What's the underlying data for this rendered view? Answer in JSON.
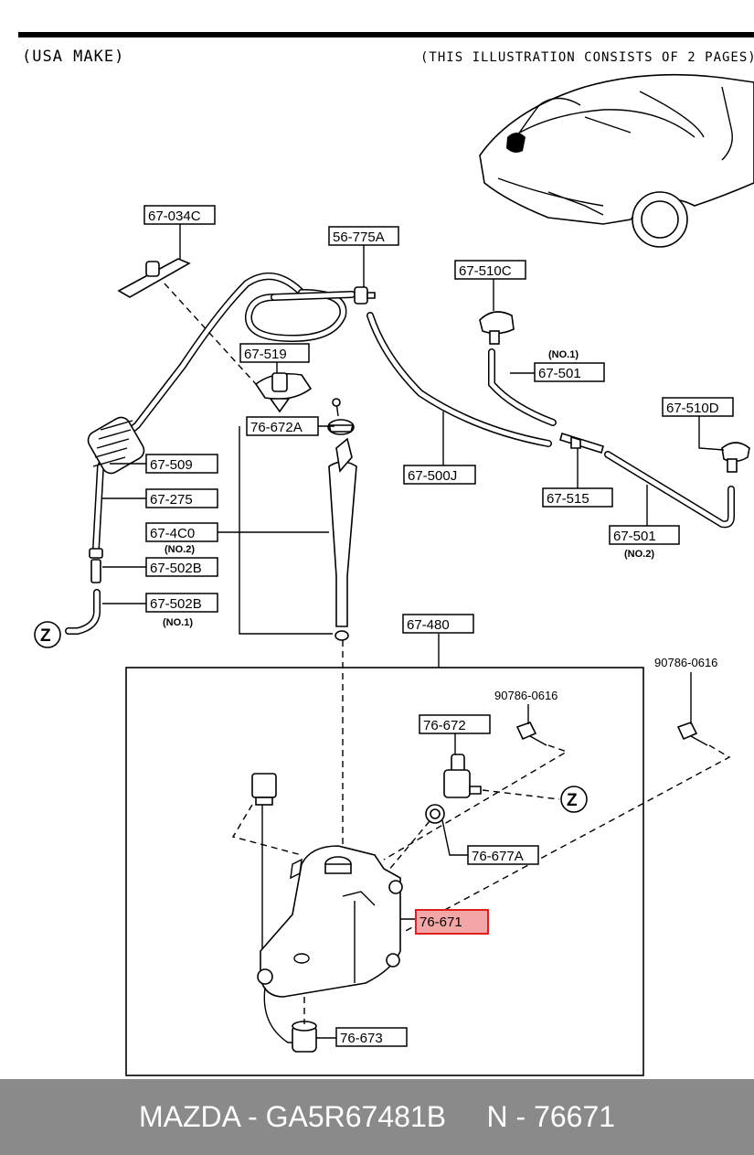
{
  "header": {
    "make": "(USA  MAKE)",
    "note": "(THIS ILLUSTRATION CONSISTS OF  2 PAGES)"
  },
  "parts": {
    "p67_034C": "67-034C",
    "p56_775A": "56-775A",
    "p67_510C": "67-510C",
    "p67_519": "67-519",
    "p76_672A": "76-672A",
    "p67_501_no1": "67-501",
    "no1_top": "(NO.1)",
    "p67_510D": "67-510D",
    "p67_509": "67-509",
    "p67_500J": "67-500J",
    "p67_515": "67-515",
    "p67_275": "67-275",
    "p67_4C0": "67-4C0",
    "no2_left": "(NO.2)",
    "p67_502B_no2": "67-502B",
    "p67_502B_no1": "67-502B",
    "no1_left": "(NO.1)",
    "p67_501_no2": "67-501",
    "no2_right": "(NO.2)",
    "p67_480": "67-480",
    "p90786_0616_a": "90786-0616",
    "p90786_0616_b": "90786-0616",
    "p76_672": "76-672",
    "p76_677A": "76-677A",
    "p76_671": "76-671",
    "p76_673": "76-673",
    "z_ref": "Z"
  },
  "highlight_color": "#e02020",
  "footer": {
    "brand_code": "MAZDA - GA5R67481B",
    "ref": "N - 76671"
  }
}
